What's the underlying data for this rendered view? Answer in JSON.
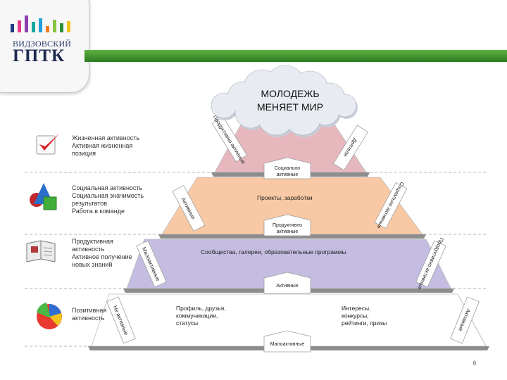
{
  "logo": {
    "name": "ВИДЗОВСКИЙ",
    "abbr": "ГПТК",
    "bar_colors": [
      "#1f3a8a",
      "#e63a8a",
      "#8f3fb3",
      "#18a89a",
      "#24a0dc",
      "#ef7a23",
      "#8ac23f",
      "#2d8f3a",
      "#f1c21c"
    ]
  },
  "cloud": {
    "line1": "МОЛОДЕЖЬ",
    "line2": "МЕНЯЕТ МИР"
  },
  "rows": [
    {
      "side_lines": [
        "Жизненная активность",
        "Активная жизненная",
        "позиция"
      ],
      "icon": "red-checkmark-icon",
      "tier_color": "#e6b7bd",
      "left_tag": "Продуктивно активные",
      "right_tag": "Деятели",
      "mid_texts": [],
      "bottom_tag": "Социально активные"
    },
    {
      "side_lines": [
        "Социальная активность",
        "Социальная значимость",
        "результатов",
        "Работа в команде"
      ],
      "icon": "geometric-shapes-icon",
      "tier_color": "#f8c9a4",
      "left_tag": "Активные",
      "right_tag": "Социально активные",
      "mid_texts": [
        "Проекты, заработки"
      ],
      "bottom_tag": "Продуктивно активные"
    },
    {
      "side_lines": [
        "Продуктивная",
        "активность",
        "Активное получение",
        "новых знаний"
      ],
      "icon": "open-book-icon",
      "tier_color": "#c5bde1",
      "left_tag": "Малоактивные",
      "right_tag": "Продуктивно активные",
      "mid_texts": [
        "Сообщества, галереи, образовательные программы"
      ],
      "bottom_tag": "Активные"
    },
    {
      "side_lines": [
        "Позитивная",
        "активность"
      ],
      "icon": "pie-chart-icon",
      "tier_color": "#ffffff",
      "left_tag": "Не активные",
      "right_tag": "Активные",
      "mid_texts": [
        "Профиль, друзья, коммуникации, статусы",
        "Интересы, конкурсы, рейтинги, призы"
      ],
      "bottom_tag": "Малоактивные"
    }
  ],
  "page_number": "6"
}
